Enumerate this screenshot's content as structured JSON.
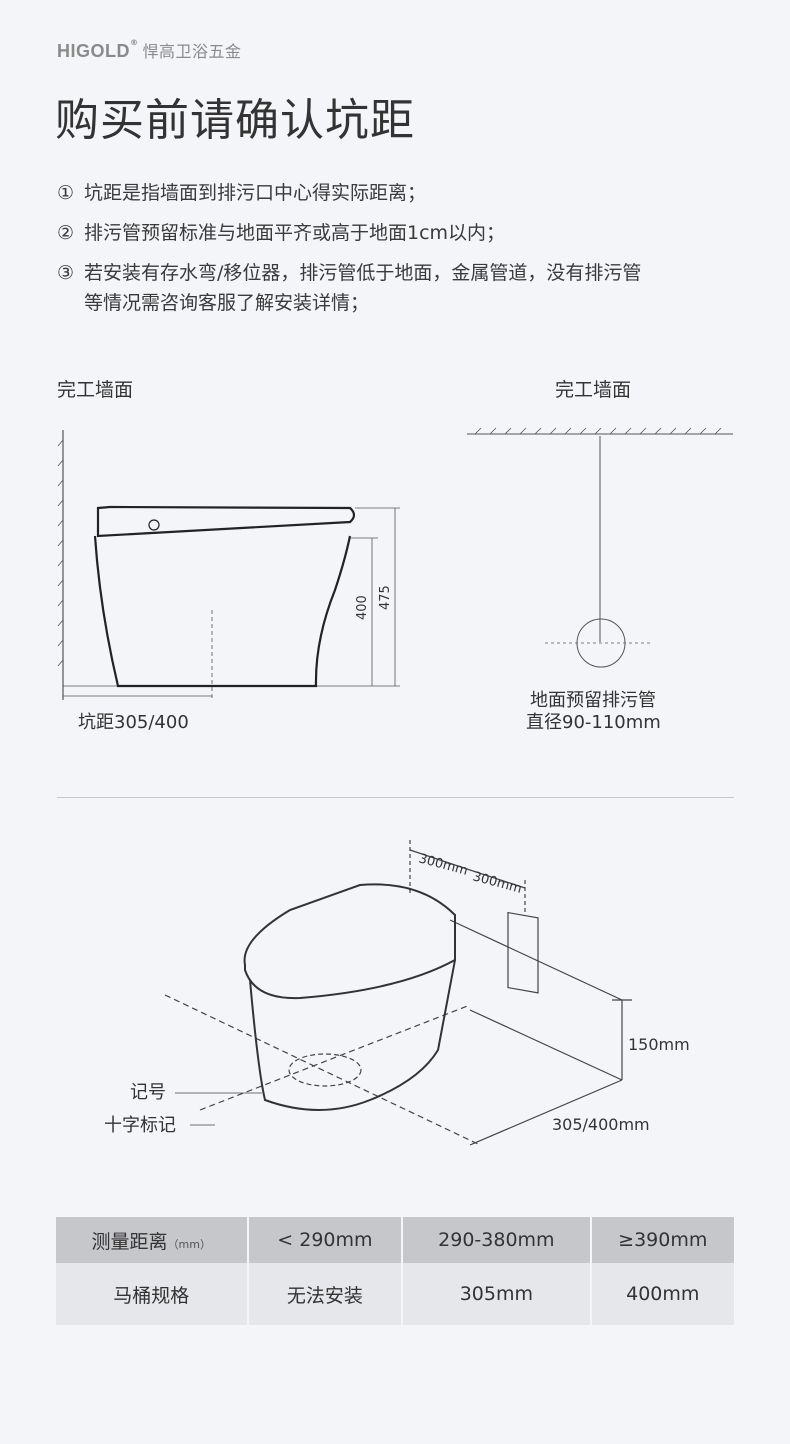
{
  "brand": {
    "name_en": "HIGOLD",
    "name_cn": "悍高卫浴五金"
  },
  "title": "购买前请确认坑距",
  "notes": [
    {
      "num": "①",
      "text": "坑距是指墙面到排污口中心得实际距离；"
    },
    {
      "num": "②",
      "text": "排污管预留标准与地面平齐或高于地面1cm以内；"
    },
    {
      "num": "③",
      "text": "若安装有存水弯/移位器，排污管低于地面，金属管道，没有排污管",
      "text2": "等情况需咨询客服了解安装详情；"
    }
  ],
  "side_diagram": {
    "wall_label": "完工墙面",
    "dim_400": "400",
    "dim_475": "475",
    "pit_label": "坑距305/400"
  },
  "top_diagram": {
    "wall_label": "完工墙面",
    "pipe_label": "地面预留排污管",
    "pipe_diameter": "直径90-110mm"
  },
  "install_diagram": {
    "dim_a": "300mm",
    "dim_b": "300mm",
    "height": "150mm",
    "pit": "305/400mm",
    "mark_label": "记号",
    "cross_label": "十字标记"
  },
  "table": {
    "header": [
      "测量距离",
      "< 290mm",
      "290-380mm",
      "≥390mm"
    ],
    "header_unit": "（mm）",
    "row": [
      "马桶规格",
      "无法安装",
      "305mm",
      "400mm"
    ]
  }
}
